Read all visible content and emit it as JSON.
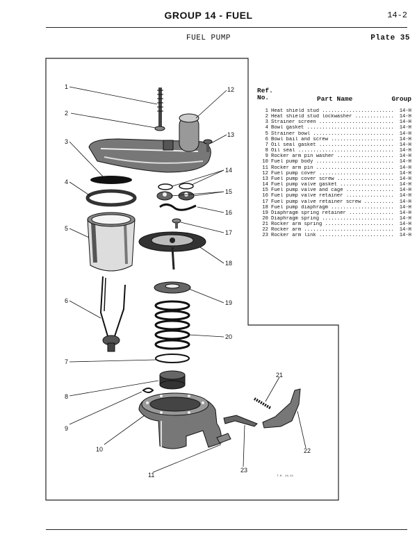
{
  "header": {
    "title": "GROUP 14 - FUEL",
    "page": "14-2"
  },
  "subheader": {
    "title": "FUEL PUMP",
    "plate": "Plate 35"
  },
  "table": {
    "ref_header": "Ref.\nNo.",
    "name_header": "Part Name",
    "group_header": "Group",
    "rows": [
      {
        "no": "1",
        "name": "Heat shield stud",
        "group": "14-H"
      },
      {
        "no": "2",
        "name": "Heat shield stud lockwasher",
        "group": "14-H"
      },
      {
        "no": "3",
        "name": "Strainer screen",
        "group": "14-H"
      },
      {
        "no": "4",
        "name": "Bowl gasket",
        "group": "14-H"
      },
      {
        "no": "5",
        "name": "Strainer bowl",
        "group": "14-H"
      },
      {
        "no": "6",
        "name": "Bowl bail and screw",
        "group": "14-H"
      },
      {
        "no": "7",
        "name": "Oil seal gasket",
        "group": "14-H"
      },
      {
        "no": "8",
        "name": "Oil seal",
        "group": "14-H"
      },
      {
        "no": "9",
        "name": "Rocker arm pin washer",
        "group": "14-H"
      },
      {
        "no": "10",
        "name": "Fuel pump body",
        "group": "14-H"
      },
      {
        "no": "11",
        "name": "Rocker arm pin",
        "group": "14-H"
      },
      {
        "no": "12",
        "name": "Fuel pump cover",
        "group": "14-H"
      },
      {
        "no": "13",
        "name": "Fuel pump cover screw",
        "group": "14-H"
      },
      {
        "no": "14",
        "name": "Fuel pump valve gasket",
        "group": "14-H"
      },
      {
        "no": "15",
        "name": "Fuel pump valve and cage",
        "group": "14-H"
      },
      {
        "no": "16",
        "name": "Fuel pump valve retainer",
        "group": "14-H"
      },
      {
        "no": "17",
        "name": "Fuel pump valve retainer screw",
        "group": "14-H"
      },
      {
        "no": "18",
        "name": "Fuel pump diaphragm",
        "group": "14-H"
      },
      {
        "no": "19",
        "name": "Diaphragm spring retainer",
        "group": "14-H"
      },
      {
        "no": "20",
        "name": "Diaphragm spring",
        "group": "14-H"
      },
      {
        "no": "21",
        "name": "Rocker arm spring",
        "group": "14-H"
      },
      {
        "no": "22",
        "name": "Rocker arm",
        "group": "14-H"
      },
      {
        "no": "23",
        "name": "Rocker arm link",
        "group": "14-H"
      }
    ]
  },
  "figure": {
    "callouts": [
      "1",
      "2",
      "3",
      "4",
      "5",
      "6",
      "7",
      "8",
      "9",
      "10",
      "11",
      "12",
      "13",
      "14",
      "15",
      "16",
      "17",
      "18",
      "19",
      "20",
      "21",
      "22",
      "23"
    ],
    "tag": "T.H. 14-11"
  }
}
